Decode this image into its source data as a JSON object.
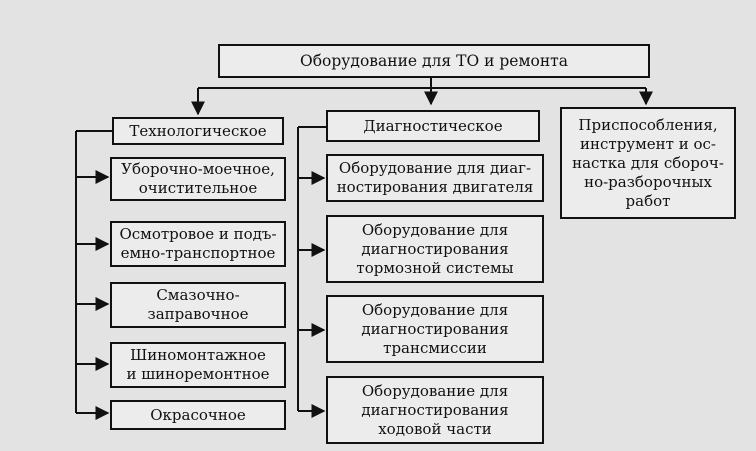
{
  "root": {
    "label": "Оборудование для ТО и ремонта"
  },
  "categories": [
    {
      "label": "Технологическое"
    },
    {
      "label": "Диагностическое"
    },
    {
      "label": "Приспособления,\nинструмент и ос-\nнастка для сбороч-\nно-разборочных\nработ"
    }
  ],
  "technological": [
    {
      "label": "Уборочно-моечное,\nочистительное"
    },
    {
      "label": "Осмотровое и подъ-\nемно-транспортное"
    },
    {
      "label": "Смазочно-\nзаправочное"
    },
    {
      "label": "Шиномонтажное\nи шиноремонтное"
    },
    {
      "label": "Окрасочное"
    }
  ],
  "diagnostic": [
    {
      "label": "Оборудование для диаг-\nностирования двигателя"
    },
    {
      "label": "Оборудование для\nдиагностирования\nтормозной системы"
    },
    {
      "label": "Оборудование для\nдиагностирования\nтрансмиссии"
    },
    {
      "label": "Оборудование для\nдиагностирования\nходовой части"
    }
  ]
}
